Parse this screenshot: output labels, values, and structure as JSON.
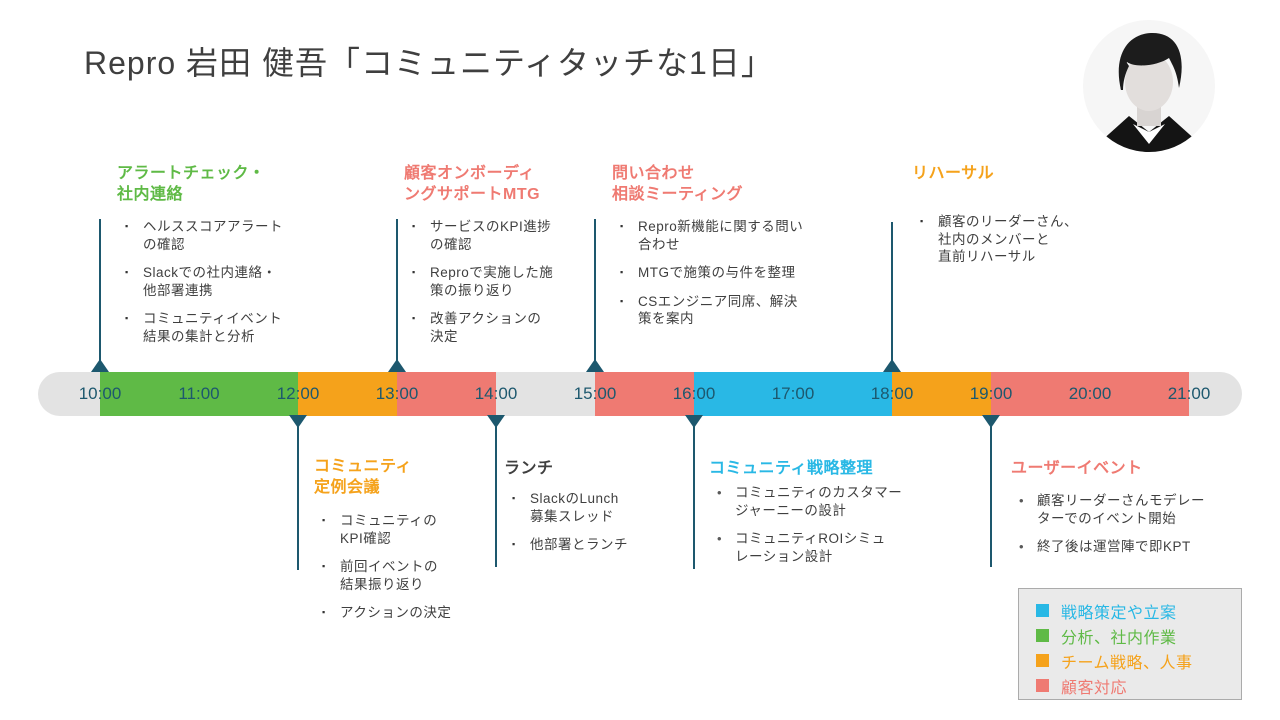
{
  "page_title": "Repro 岩田 健吾「コミュニティタッチな1日」",
  "avatar_alt": "profile-photo",
  "colors": {
    "green": "#5fba46",
    "orange": "#f5a21b",
    "salmon": "#ef7a72",
    "cyan": "#29b8e5",
    "track_gray": "#e3e3e3",
    "line_teal": "#1d586e",
    "text_dark": "#3f3f3f"
  },
  "timeline": {
    "hour_labels": [
      "10:00",
      "11:00",
      "12:00",
      "13:00",
      "14:00",
      "15:00",
      "16:00",
      "17:00",
      "18:00",
      "19:00",
      "20:00",
      "21:00"
    ],
    "segments": [
      {
        "start": "10:00",
        "end": "12:00",
        "color_key": "green"
      },
      {
        "start": "12:00",
        "end": "13:00",
        "color_key": "orange"
      },
      {
        "start": "13:00",
        "end": "14:00",
        "color_key": "salmon"
      },
      {
        "start": "14:00",
        "end": "15:00",
        "color_key": "track_gray"
      },
      {
        "start": "15:00",
        "end": "16:00",
        "color_key": "salmon"
      },
      {
        "start": "16:00",
        "end": "18:00",
        "color_key": "cyan"
      },
      {
        "start": "18:00",
        "end": "19:00",
        "color_key": "orange"
      },
      {
        "start": "19:00",
        "end": "21:00",
        "color_key": "salmon"
      }
    ]
  },
  "events_top": [
    {
      "time": "10:00",
      "title": "アラートチェック・\n社内連絡",
      "color_key": "green",
      "bullet_style": "square",
      "bullets": [
        "ヘルススコアアラート\nの確認",
        "Slackでの社内連絡・\n他部署連携",
        "コミュニティイベント\n結果の集計と分析"
      ]
    },
    {
      "time": "13:00",
      "title": "顧客オンボーディ\nングサポートMTG",
      "color_key": "salmon",
      "bullet_style": "square",
      "bullets": [
        "サービスのKPI進捗\nの確認",
        "Reproで実施した施\n策の振り返り",
        "改善アクションの\n決定"
      ]
    },
    {
      "time": "15:00",
      "title": "問い合わせ\n相談ミーティング",
      "color_key": "salmon",
      "bullet_style": "square",
      "bullets": [
        "Repro新機能に関する問い\n合わせ",
        "MTGで施策の与件を整理",
        "CSエンジニア同席、解決\n策を案内"
      ]
    },
    {
      "time": "18:00",
      "title": "リハーサル",
      "color_key": "orange",
      "bullet_style": "square",
      "bullets": [
        "顧客のリーダーさん、\n社内のメンバーと\n直前リハーサル"
      ]
    }
  ],
  "events_bottom": [
    {
      "time": "12:00",
      "title": "コミュニティ\n定例会議",
      "color_key": "orange",
      "bullet_style": "square",
      "bullets": [
        "コミュニティの\nKPI確認",
        "前回イベントの\n結果振り返り",
        "アクションの決定"
      ]
    },
    {
      "time": "14:00",
      "title": "ランチ",
      "color_key": "text_dark",
      "bullet_style": "square",
      "bullets": [
        "SlackのLunch\n募集スレッド",
        "他部署とランチ"
      ]
    },
    {
      "time": "16:00",
      "title": "コミュニティ戦略整理",
      "color_key": "cyan",
      "bullet_style": "round",
      "bullets": [
        "コミュニティのカスタマー\nジャーニーの設計",
        "コミュニティROIシミュ\nレーション設計"
      ]
    },
    {
      "time": "19:00",
      "title": "ユーザーイベント",
      "color_key": "salmon",
      "bullet_style": "round",
      "bullets": [
        "顧客リーダーさんモデレー\nターでのイベント開始",
        "終了後は運営陣で即KPT"
      ]
    }
  ],
  "legend": {
    "items": [
      {
        "label": "戦略策定や立案",
        "color_key": "cyan"
      },
      {
        "label": "分析、社内作業",
        "color_key": "green"
      },
      {
        "label": "チーム戦略、人事",
        "color_key": "orange"
      },
      {
        "label": "顧客対応",
        "color_key": "salmon"
      }
    ]
  }
}
